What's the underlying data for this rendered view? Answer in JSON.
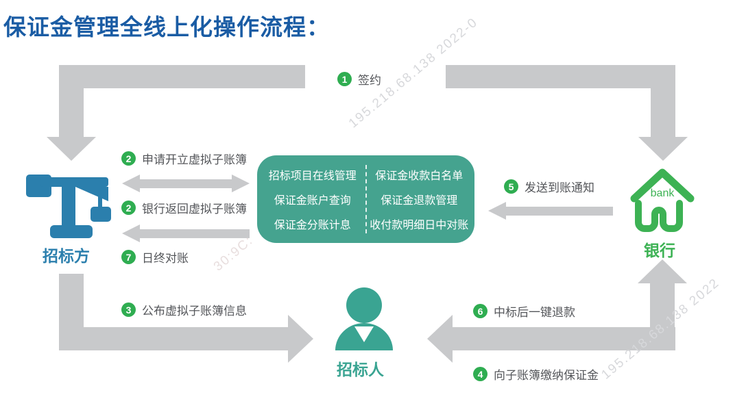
{
  "title": "保证金管理全线上化操作流程：",
  "entities": {
    "bidder": {
      "label": "招标方"
    },
    "bank": {
      "label": "银行",
      "icon_text": "bank"
    },
    "tenderer": {
      "label": "招标人"
    }
  },
  "platform_box": {
    "left_items": [
      "招标项目在线管理",
      "保证金账户查询",
      "保证金分账计息"
    ],
    "right_items": [
      "保证金收款白名单",
      "保证金退款管理",
      "收付款明细日中对账"
    ]
  },
  "steps": {
    "s1": {
      "num": "1",
      "label": "签约"
    },
    "s2a": {
      "num": "2",
      "label": "申请开立虚拟子账簿"
    },
    "s2b": {
      "num": "2",
      "label": "银行返回虚拟子账簿"
    },
    "s7": {
      "num": "7",
      "label": "日终对账"
    },
    "s3": {
      "num": "3",
      "label": "公布虚拟子账簿信息"
    },
    "s5": {
      "num": "5",
      "label": "发送到账通知"
    },
    "s6": {
      "num": "6",
      "label": "中标后一键退款"
    },
    "s4": {
      "num": "4",
      "label": "向子账簿缴纳保证金"
    }
  },
  "watermarks": {
    "top": "195.218.68.138 2022-0",
    "middle": "30:9C:",
    "bottom": "195.218.68.138 2022"
  },
  "colors": {
    "title_blue": "#1A5CA4",
    "bidder_blue": "#2B7FAD",
    "bank_green": "#3DB254",
    "tenderer_teal": "#3AA492",
    "badge_green": "#2FAD51",
    "platform_teal": "#45A38F",
    "arrow_gray": "#C8C9CB",
    "step_text_gray": "#54565A"
  }
}
